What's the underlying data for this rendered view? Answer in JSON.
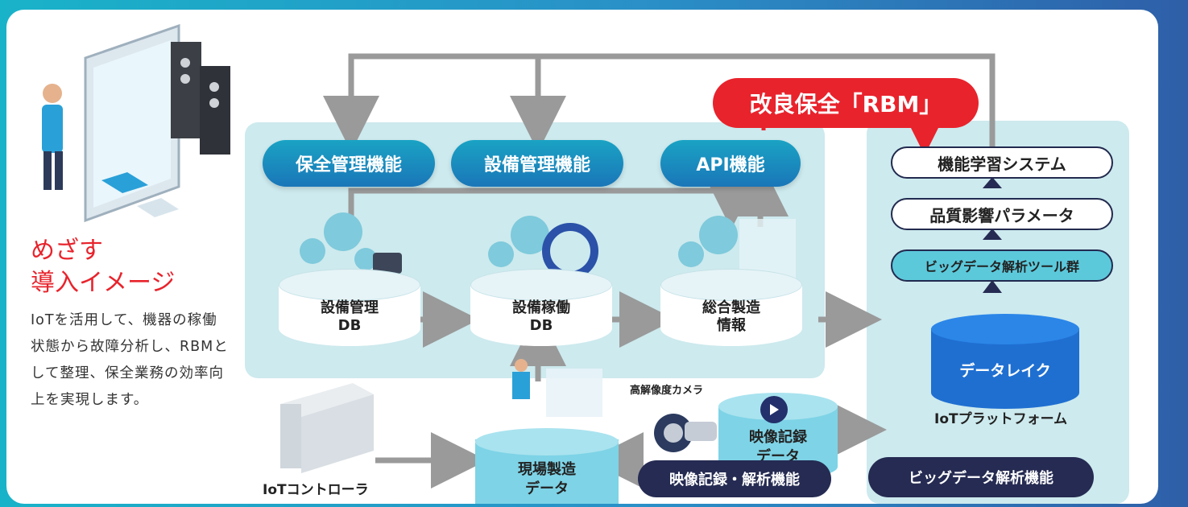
{
  "left": {
    "title_line1": "めざす",
    "title_line2": "導入イメージ",
    "description": "IoTを活用して、機器の稼働状態から故障分析し、RBMとして整理、保全業務の効率向上を実現します。"
  },
  "top_functions": [
    "保全管理機能",
    "設備管理機能",
    "API機能"
  ],
  "rbm_label": "改良保全「RBM」",
  "databases": [
    {
      "line1": "設備管理",
      "line2": "DB"
    },
    {
      "line1": "設備稼働",
      "line2": "DB"
    },
    {
      "line1": "総合製造",
      "line2": "情報"
    }
  ],
  "right_stack": [
    "機能学習システム",
    "品質影響パラメータ",
    "ビッグデータ解析ツール群"
  ],
  "data_lake": "データレイク",
  "iot_platform": "IoTプラットフォーム",
  "bigdata_function": "ビッグデータ解析機能",
  "camera_label": "高解像度カメラ",
  "video": {
    "line1": "映像記録",
    "line2": "データ",
    "function": "映像記録・解析機能"
  },
  "field": {
    "line1": "現場製造",
    "line2": "データ"
  },
  "controller": "IoTコントローラ",
  "colors": {
    "accent_red": "#e8232c",
    "navy": "#252b52",
    "teal_panel": "#cdeaee",
    "arrow_gray": "#9a9a9a"
  }
}
